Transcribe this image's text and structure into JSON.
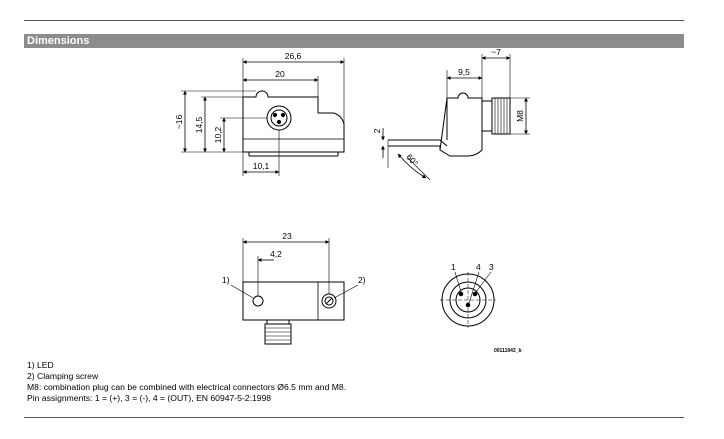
{
  "header": {
    "title": "Dimensions"
  },
  "front_view": {
    "dim_overall_width": "26,6",
    "dim_width": "20",
    "dim_overall_height": "~16",
    "dim_height": "14,5",
    "dim_center_height": "10,2",
    "dim_center_offset": "10,1"
  },
  "side_view": {
    "dim_depth": "9,5",
    "dim_plug_length": "~7",
    "dim_thread": "M8",
    "dim_tab": "2",
    "dim_angle": "60°"
  },
  "bottom_view": {
    "dim_width": "23",
    "dim_offset": "4,2",
    "callout_led": "1)",
    "callout_screw": "2)"
  },
  "pin_view": {
    "pin1": "1",
    "pin4": "4",
    "pin3": "3"
  },
  "reference_id": "00111943_b",
  "notes": [
    "1) LED",
    "2) Clamping screw",
    "M8: combination plug can be combined with electrical connectors Ø6.5 mm and M8.",
    "Pin assignments: 1 = (+), 3 = (-), 4 = (OUT), EN 60947-5-2:1998"
  ]
}
